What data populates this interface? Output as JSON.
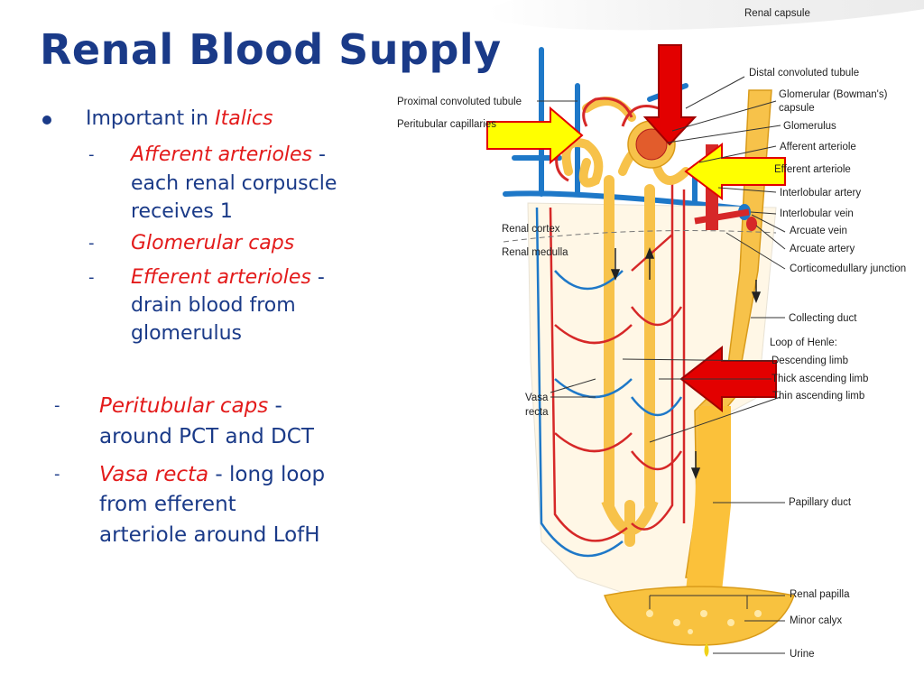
{
  "slide": {
    "title": "Renal Blood Supply",
    "bullets": [
      {
        "lead": "Important in ",
        "emph": "Italics"
      },
      {
        "dash": "-",
        "emph": "Afferent arterioles",
        "rest_lines": [
          " -",
          "each renal corpuscle",
          "receives 1"
        ]
      },
      {
        "dash": "-",
        "emph": "Glomerular caps"
      },
      {
        "dash": "-",
        "emph": "Efferent arterioles",
        "rest_lines": [
          " -",
          "drain blood from",
          "glomerulus"
        ]
      },
      {
        "dash": "-",
        "emph": "Peritubular caps",
        "rest_lines": [
          " -",
          "around PCT and DCT"
        ]
      },
      {
        "dash": "-",
        "emph": "Vasa recta",
        "rest_lines": [
          " - long loop",
          "from efferent",
          "arteriole around LofH"
        ]
      }
    ]
  },
  "diagram": {
    "labels": {
      "renal_capsule": "Renal capsule",
      "distal_convoluted_tubule": "Distal convoluted tubule",
      "glomerular_capsule_1": "Glomerular (Bowman's)",
      "glomerular_capsule_2": "capsule",
      "glomerulus": "Glomerulus",
      "afferent_arteriole": "Afferent arteriole",
      "efferent_arteriole": "Efferent arteriole",
      "interlobular_artery": "Interlobular artery",
      "interlobular_vein": "Interlobular vein",
      "arcuate_vein": "Arcuate vein",
      "arcuate_artery": "Arcuate artery",
      "corticomedullary_junction": "Corticomedullary junction",
      "collecting_duct": "Collecting duct",
      "loop_of_henle": "Loop of Henle:",
      "descending_limb": "Descending limb",
      "thick_ascending_limb": "Thick ascending limb",
      "thin_ascending_limb": "Thin ascending limb",
      "papillary_duct": "Papillary duct",
      "renal_papilla": "Renal papilla",
      "minor_calyx": "Minor calyx",
      "urine": "Urine",
      "proximal_convoluted_tubule": "Proximal convoluted tubule",
      "peritubular_capillaries": "Peritubular capillaries",
      "renal_cortex": "Renal cortex",
      "renal_medulla": "Renal medulla",
      "vasa_recta_1": "Vasa",
      "vasa_recta_2": "recta"
    },
    "colors": {
      "artery": "#d62828",
      "vein": "#1e78c8",
      "tubule": "#f7c24a",
      "arrow_yellow": "#ffff00",
      "arrow_red": "#e30000",
      "title": "#1a3a88"
    }
  }
}
